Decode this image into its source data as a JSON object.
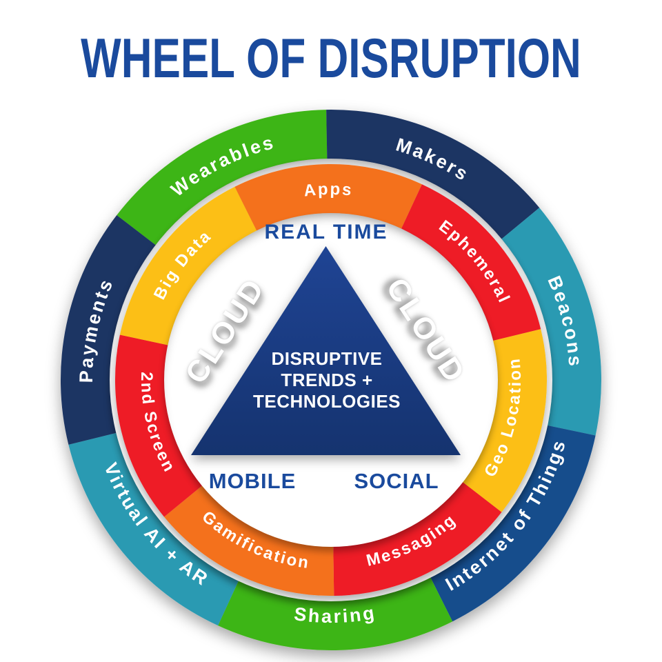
{
  "title": "WHEEL OF DISRUPTION",
  "colors": {
    "background": "#ffffff",
    "title_text": "#1a4a9d",
    "center_text": "#1a4a9d",
    "label_text": "#ffffff",
    "triangle_top": "#1f4494",
    "triangle_bottom": "#15336f"
  },
  "wheel": {
    "cloud_label": "CLOUD",
    "center_labels": {
      "top": "REAL TIME",
      "bottom_left": "MOBILE",
      "bottom_right": "SOCIAL"
    },
    "triangle_lines": [
      "DISRUPTIVE",
      "TRENDS +",
      "TECHNOLOGIES"
    ],
    "outer_ring": {
      "start_angle_deg": 142.43,
      "segment_angle_deg": 51.4286,
      "segments": [
        {
          "label": "Wearables",
          "color": "#3eb514"
        },
        {
          "label": "Makers",
          "color": "#1d3463"
        },
        {
          "label": "Beacons",
          "color": "#2b9ab2"
        },
        {
          "label": "Internet of Things",
          "color": "#164e8c"
        },
        {
          "label": "Sharing",
          "color": "#3eb514"
        },
        {
          "label": "Virtual AI + AR",
          "color": "#2b9ab2"
        },
        {
          "label": "Payments",
          "color": "#1d3463"
        }
      ]
    },
    "inner_ring": {
      "start_angle_deg": 116.5,
      "segment_angle_deg": 51.4286,
      "segments": [
        {
          "label": "Apps",
          "color": "#f4711c"
        },
        {
          "label": "Ephemeral",
          "color": "#ee1c25"
        },
        {
          "label": "Geo Location",
          "color": "#fcbf12"
        },
        {
          "label": "Messaging",
          "color": "#ee1c25"
        },
        {
          "label": "Gamification",
          "color": "#f4711c"
        },
        {
          "label": "2nd Screen",
          "color": "#ee1c25"
        },
        {
          "label": "Big Data",
          "color": "#fcbf12"
        }
      ]
    }
  }
}
